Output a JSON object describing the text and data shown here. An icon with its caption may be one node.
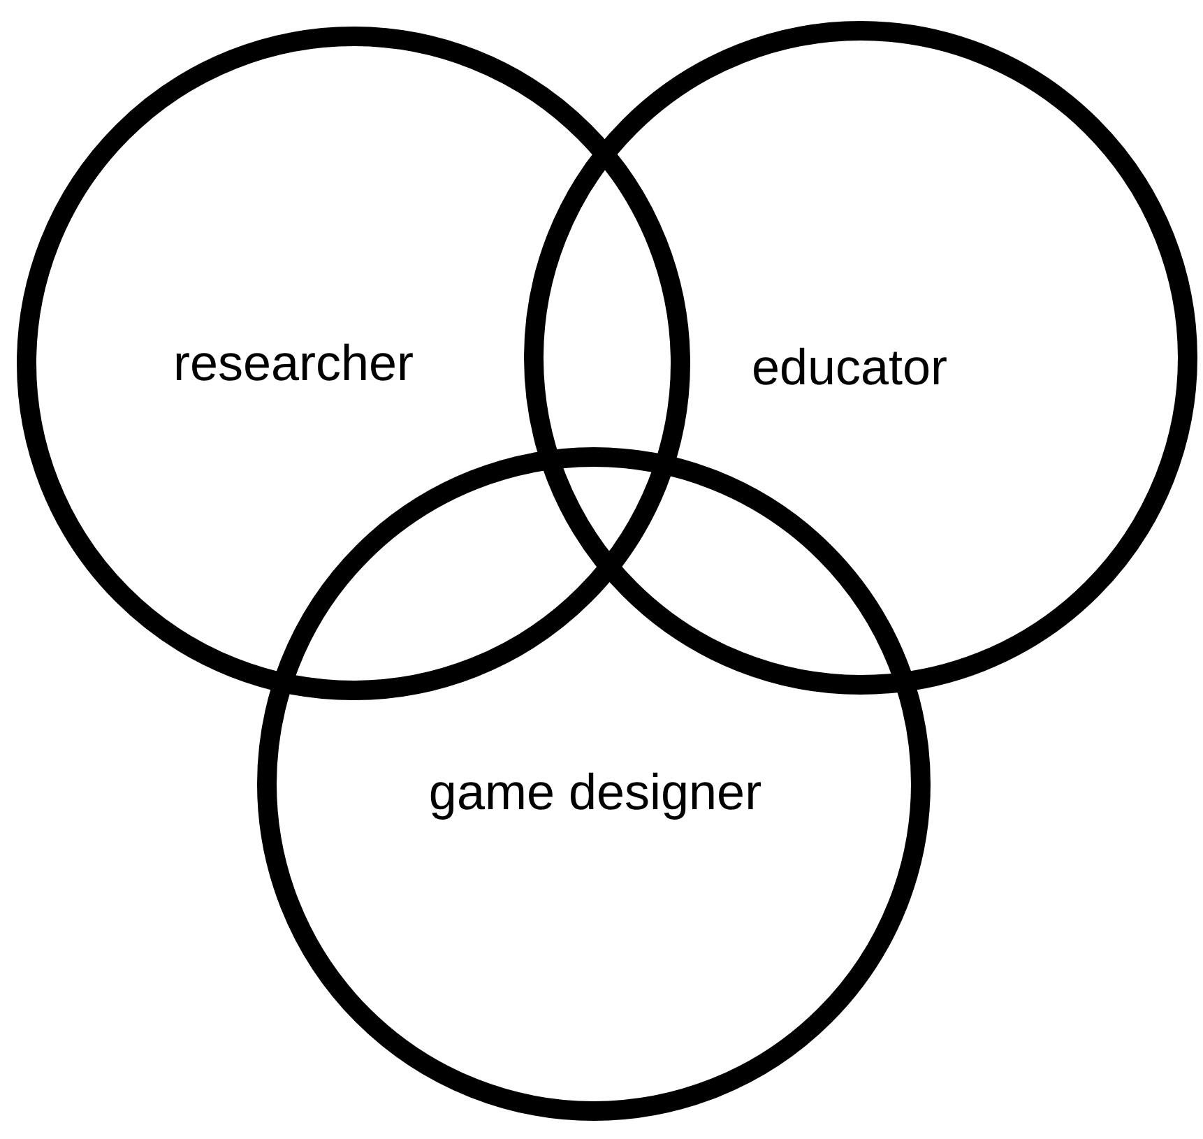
{
  "diagram": {
    "nodes": [
      {
        "text": [
          "researcher"
        ]
      },
      {
        "text": [
          "educator"
        ]
      },
      {
        "text": [
          "game designer"
        ]
      }
    ]
  }
}
